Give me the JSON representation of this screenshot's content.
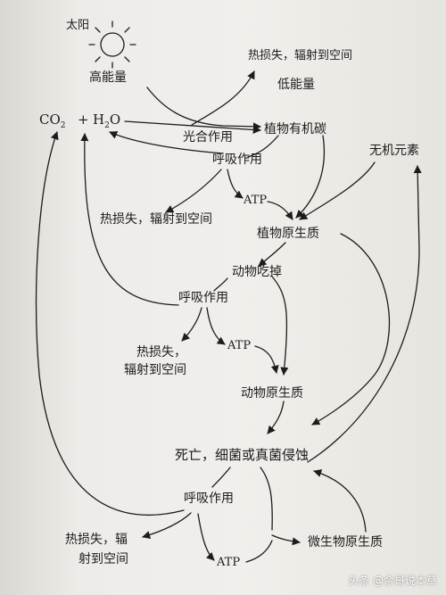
{
  "diagram": {
    "nodes": {
      "sun": "太阳",
      "high_energy": "高能量",
      "heat_loss_top": "热损失，辐射到空间",
      "low_energy": "低能量",
      "co2": "CO",
      "co2_sub": "2",
      "plus": "+",
      "h2o_h": "H",
      "h2o_sub": "2",
      "h2o_o": "O",
      "photosynthesis": "光合作用",
      "plant_organic_carbon": "植物有机碳",
      "respiration_1": "呼吸作用",
      "inorganic_elements": "无机元素",
      "heat_loss_1": "热损失，辐射到空间",
      "atp_1": "ATP",
      "plant_protoplasm": "植物原生质",
      "animal_eats": "动物吃掉",
      "respiration_2": "呼吸作用",
      "heat_loss_2_line1": "热损失，",
      "heat_loss_2_line2": "辐射到空间",
      "atp_2": "ATP",
      "animal_protoplasm": "动物原生质",
      "death_decay": "死亡，细菌或真菌侵蚀",
      "respiration_3": "呼吸作用",
      "heat_loss_3_line1": "热损失，辐",
      "heat_loss_3_line2": "射到空间",
      "atp_3": "ATP",
      "microbe_protoplasm": "微生物原生质"
    }
  },
  "watermark": "头条 @佘哥说本草",
  "colors": {
    "ink": "#1c1c1c",
    "paper": "#eeece8"
  }
}
